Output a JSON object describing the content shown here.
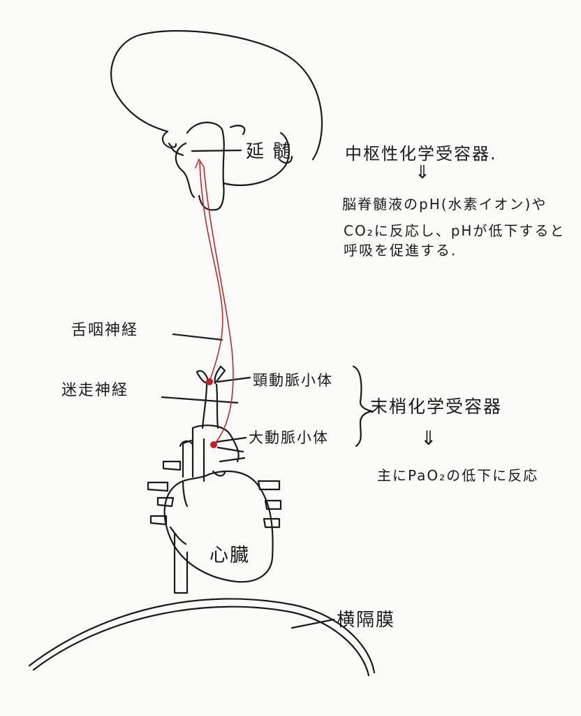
{
  "labels": {
    "medulla": "延 髄",
    "central_title": "中枢性化学受容器.",
    "central_arrow": "⇓",
    "central_line1": "脳脊髄液のpH(水素イオン)や",
    "central_line2": "CO₂に反応し、pHが低下すると",
    "central_line3": "呼吸を促進する.",
    "glossopharyngeal": "舌咽神経",
    "vagus": "迷走神経",
    "carotid_body": "頸動脈小体",
    "aortic_body": "大動脈小体",
    "peripheral_title": "末梢化学受容器",
    "peripheral_arrow": "⇓",
    "peripheral_desc": "主にPaO₂の低下に反応",
    "heart": "心臓",
    "diaphragm": "横隔膜"
  },
  "colors": {
    "ink": "#1a1a1a",
    "nerve": "#c0282d",
    "receptor_dot": "#c41e24",
    "paper": "#fbfbfa"
  }
}
